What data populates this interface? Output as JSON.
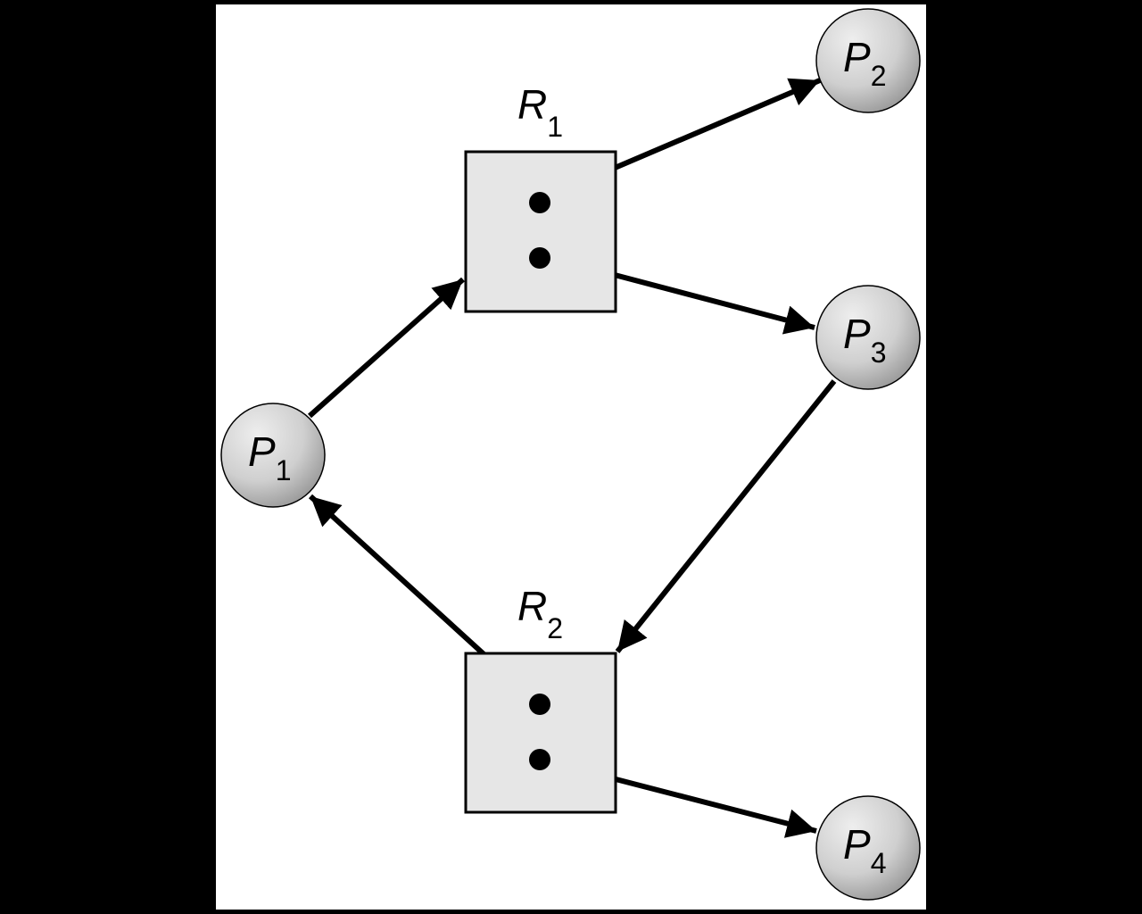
{
  "processes": [
    {
      "id": "P1",
      "letter": "P",
      "sub": "1"
    },
    {
      "id": "P2",
      "letter": "P",
      "sub": "2"
    },
    {
      "id": "P3",
      "letter": "P",
      "sub": "3"
    },
    {
      "id": "P4",
      "letter": "P",
      "sub": "4"
    }
  ],
  "resources": [
    {
      "id": "R1",
      "letter": "R",
      "sub": "1",
      "instances": 2
    },
    {
      "id": "R2",
      "letter": "R",
      "sub": "2",
      "instances": 2
    }
  ],
  "edges": [
    {
      "from": "P1",
      "to": "R1",
      "type": "request"
    },
    {
      "from": "R1",
      "to": "P2",
      "type": "assignment"
    },
    {
      "from": "R1",
      "to": "P3",
      "type": "assignment"
    },
    {
      "from": "P3",
      "to": "R2",
      "type": "request"
    },
    {
      "from": "R2",
      "to": "P1",
      "type": "assignment"
    },
    {
      "from": "R2",
      "to": "P4",
      "type": "assignment"
    }
  ],
  "colors": {
    "background": "#000000",
    "panel": "#ffffff",
    "resource_fill": "#e6e6e6",
    "process_fill": "#c8c8c8"
  }
}
